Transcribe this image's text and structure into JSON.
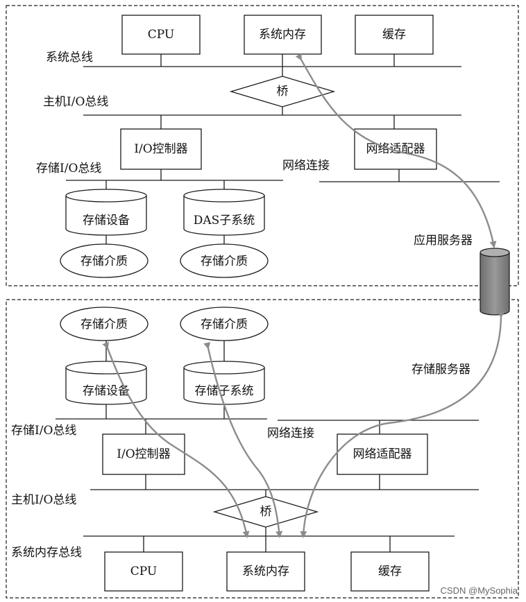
{
  "top": {
    "boxes": {
      "cpu": "CPU",
      "memory": "系统内存",
      "cache": "缓存",
      "io_controller": "I/O控制器",
      "network_adapter": "网络适配器"
    },
    "buses": {
      "system_bus": "系统总线",
      "host_io_bus": "主机I/O总线",
      "storage_io_bus": "存储I/O总线",
      "network_link": "网络连接"
    },
    "bridge": "桥",
    "cylinders": {
      "storage_device": "存储设备",
      "das_subsystem": "DAS子系统"
    },
    "media": {
      "left": "存储介质",
      "right": "存储介质"
    }
  },
  "server": {
    "app_server": "应用服务器",
    "storage_server": "存储服务器"
  },
  "bottom": {
    "media": {
      "left": "存储介质",
      "right": "存储介质"
    },
    "cylinders": {
      "storage_device": "存储设备",
      "storage_subsystem": "存储子系统"
    },
    "buses": {
      "storage_io_bus": "存储I/O总线",
      "network_link": "网络连接",
      "host_io_bus": "主机I/O总线",
      "system_memory_bus": "系统内存总线"
    },
    "boxes": {
      "io_controller": "I/O控制器",
      "network_adapter": "网络适配器",
      "cpu": "CPU",
      "memory": "系统内存",
      "cache": "缓存"
    },
    "bridge": "桥"
  },
  "watermark": "CSDN @MySophia",
  "colors": {
    "line": "#1a1a1a",
    "arrow": "#8c8c8c",
    "server_fill": "#8a8a8a"
  }
}
